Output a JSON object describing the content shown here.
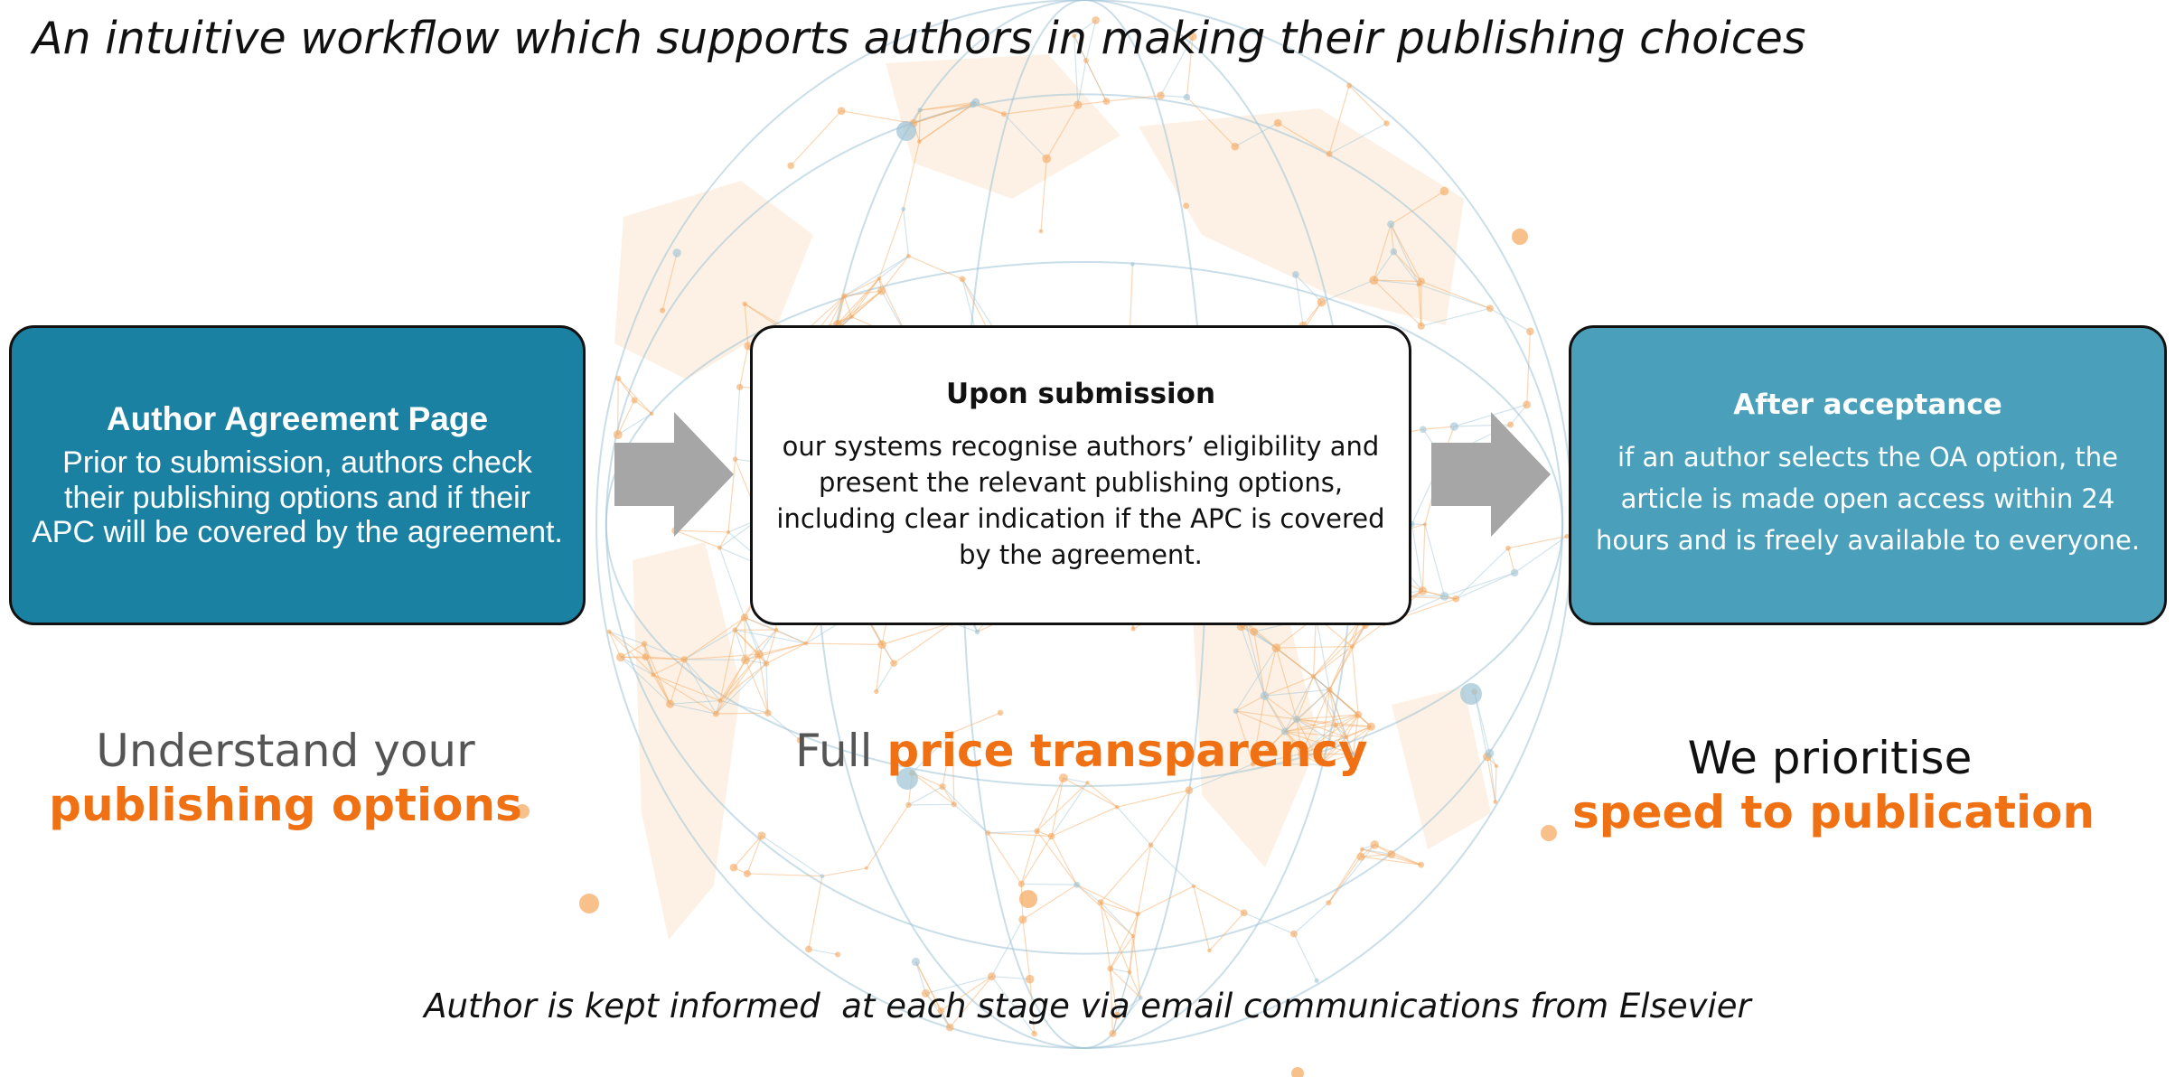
{
  "title": "An intuitive workflow which supports authors in making their publishing choices",
  "steps": [
    {
      "heading": "Author Agreement Page",
      "body": "Prior to submission, authors check their publishing options and if their APC will be covered by the agreement."
    },
    {
      "heading": "Upon submission",
      "body": "our systems recognise authors’ eligibility and present the relevant publishing options, including clear indication if the APC is covered by the agreement."
    },
    {
      "heading": "After acceptance",
      "body": "if an author selects the OA option, the article is made open access within 24 hours and is freely available to everyone."
    }
  ],
  "captions": {
    "left_line1": "Understand your",
    "left_line2": "publishing options",
    "middle_plain": "Full ",
    "middle_highlight": "price transparency",
    "right_line1": "We prioritise",
    "right_line2": "speed to publication"
  },
  "footer": "Author is kept informed  at each stage via email communications from Elsevier",
  "colors": {
    "step1_fill": "#1b81a3",
    "step3_fill": "#4aa0ba",
    "highlight": "#f07014",
    "arrow": "#a6a6a6",
    "network_orange": "#f5a65b",
    "network_blue": "#9cc3d5"
  }
}
